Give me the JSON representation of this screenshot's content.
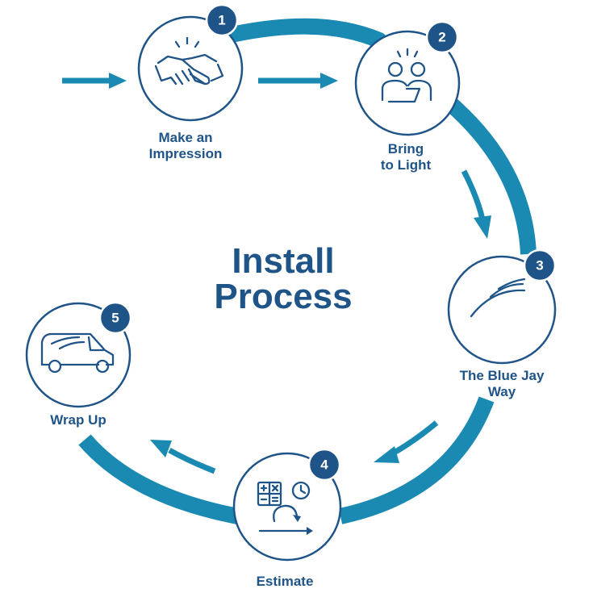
{
  "title": {
    "line1": "Install",
    "line2": "Process"
  },
  "colors": {
    "ring": "#1a8ab3",
    "navy": "#1f5488",
    "background": "#ffffff"
  },
  "steps": [
    {
      "number": "1",
      "label_lines": [
        "Make an",
        "Impression"
      ],
      "icon": "handshake-icon"
    },
    {
      "number": "2",
      "label_lines": [
        "Bring",
        "to Light"
      ],
      "icon": "two-people-icon"
    },
    {
      "number": "3",
      "label_lines": [
        "The Blue Jay",
        "Way"
      ],
      "icon": "swoosh-icon"
    },
    {
      "number": "4",
      "label_lines": [
        "Estimate"
      ],
      "icon": "calculator-clock-icon"
    },
    {
      "number": "5",
      "label_lines": [
        "Wrap Up"
      ],
      "icon": "van-icon"
    }
  ]
}
